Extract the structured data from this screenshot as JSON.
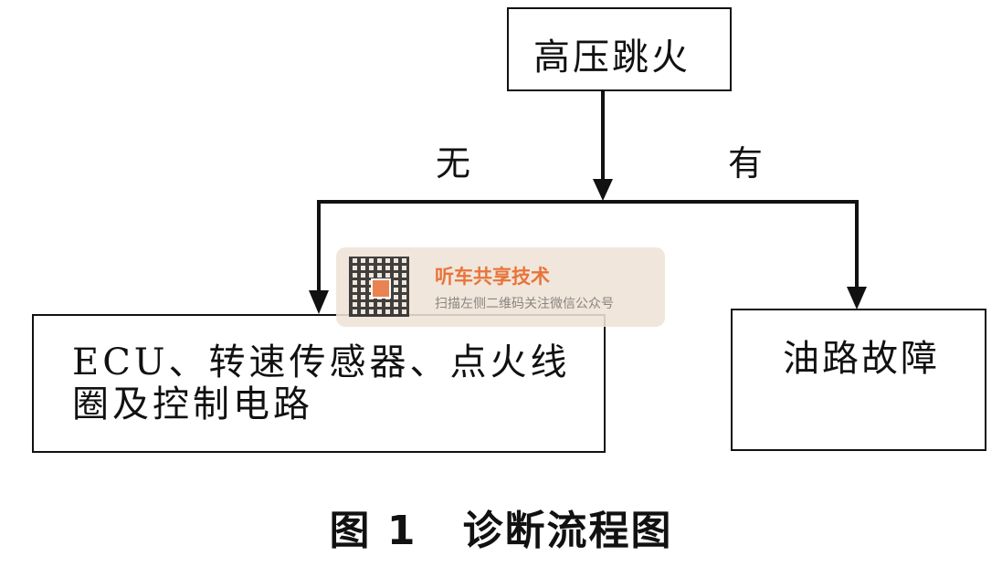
{
  "diagram": {
    "nodes": {
      "top": "高压跳火",
      "left": "ECU、转速传感器、点火线圈及控制电路",
      "right": "油路故障"
    },
    "edges": {
      "left_label": "无",
      "right_label": "有"
    },
    "caption": {
      "number": "图 1",
      "title": "诊断流程图"
    }
  },
  "watermark": {
    "title": "听车共享技术",
    "subtitle": "扫描左侧二维码关注微信公众号"
  }
}
